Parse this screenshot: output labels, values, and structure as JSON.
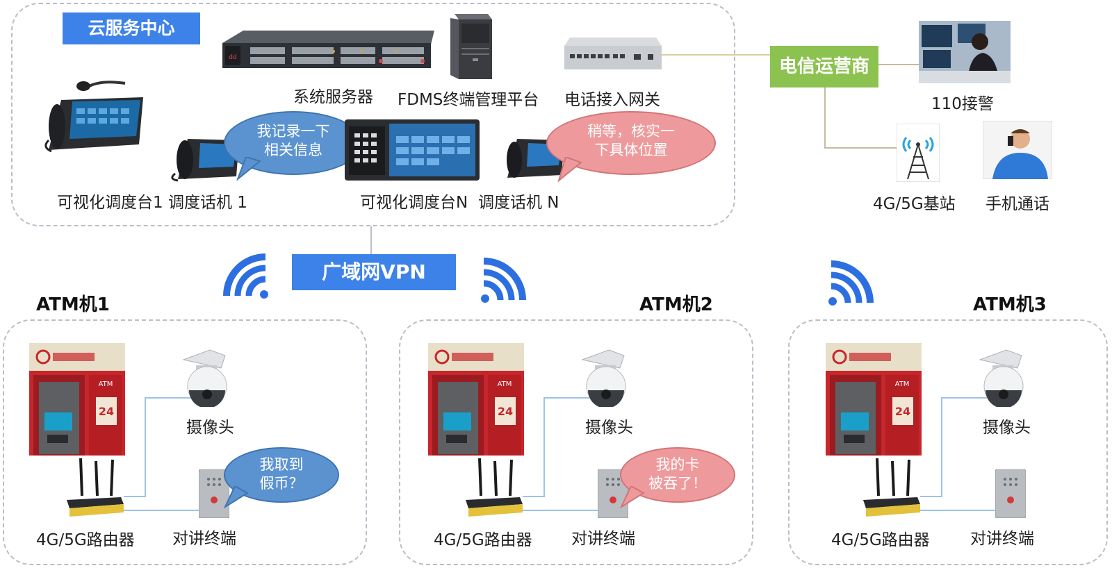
{
  "cloud": {
    "title": "云服务中心",
    "labels": {
      "server": "系统服务器",
      "fdms": "FDMS终端管理平台",
      "gateway": "电话接入网关",
      "console1": "可视化调度台1",
      "phone1": "调度话机 1",
      "consoleN": "可视化调度台N",
      "phoneN": "调度话机 N"
    },
    "bubble_left": [
      "我记录一下",
      "相关信息"
    ],
    "bubble_right": [
      "稍等，核实一",
      "下具体位置"
    ]
  },
  "carrier": {
    "name": "电信运营商",
    "police": "110接警",
    "station": "4G/5G基站",
    "mobile": "手机通话"
  },
  "wan": {
    "label": "广域网VPN"
  },
  "atms": [
    {
      "title": "ATM机1",
      "camera": "摄像头",
      "router": "4G/5G路由器",
      "intercom": "对讲终端",
      "bubble": [
        "我取到",
        "假币？"
      ]
    },
    {
      "title": "ATM机2",
      "camera": "摄像头",
      "router": "4G/5G路由器",
      "intercom": "对讲终端",
      "bubble": [
        "我的卡",
        "被吞了！"
      ]
    },
    {
      "title": "ATM机3",
      "camera": "摄像头",
      "router": "4G/5G路由器",
      "intercom": "对讲终端"
    }
  ],
  "colors": {
    "blue_tag": "#3d82e8",
    "green_tag": "#8cc24f",
    "bubble_blue": "#5b93d1",
    "bubble_pink": "#ee9a9c",
    "wifi": "#2d6fe0"
  }
}
